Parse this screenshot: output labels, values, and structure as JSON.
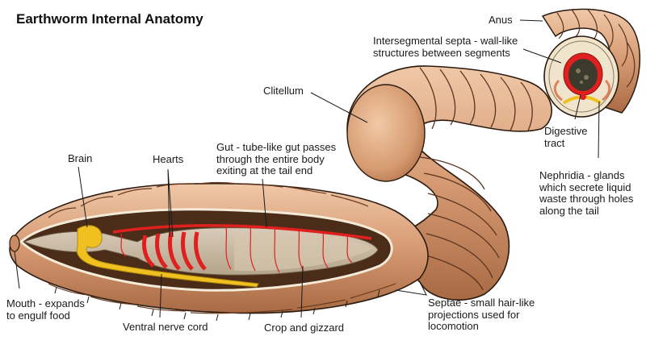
{
  "title": "Earthworm Internal Anatomy",
  "colors": {
    "skin": "#d9a07a",
    "skin_dark": "#a8683f",
    "skin_light": "#efc9ad",
    "vessel_red": "#e0201e",
    "nerve_yellow": "#f0c020",
    "gut": "#c9b9a3",
    "outline": "#2a1a10"
  },
  "labels": {
    "anus": "Anus",
    "intersegmental_septa": "Intersegmental septa - wall-like\nstructures between segments",
    "clitellum": "Clitellum",
    "digestive_tract": "Digestive\ntract",
    "nephridia": "Nephridia - glands\nwhich secrete liquid\nwaste through holes\nalong the tail",
    "brain": "Brain",
    "hearts": "Hearts",
    "gut": "Gut - tube-like gut passes\nthrough the entire body\nexiting at the tail end",
    "mouth": "Mouth - expands\nto engulf food",
    "ventral_nerve_cord": "Ventral nerve cord",
    "crop_and_gizzard": "Crop and gizzard",
    "septae": "Septae - small hair-like\nprojections used for\nlocomotion"
  }
}
